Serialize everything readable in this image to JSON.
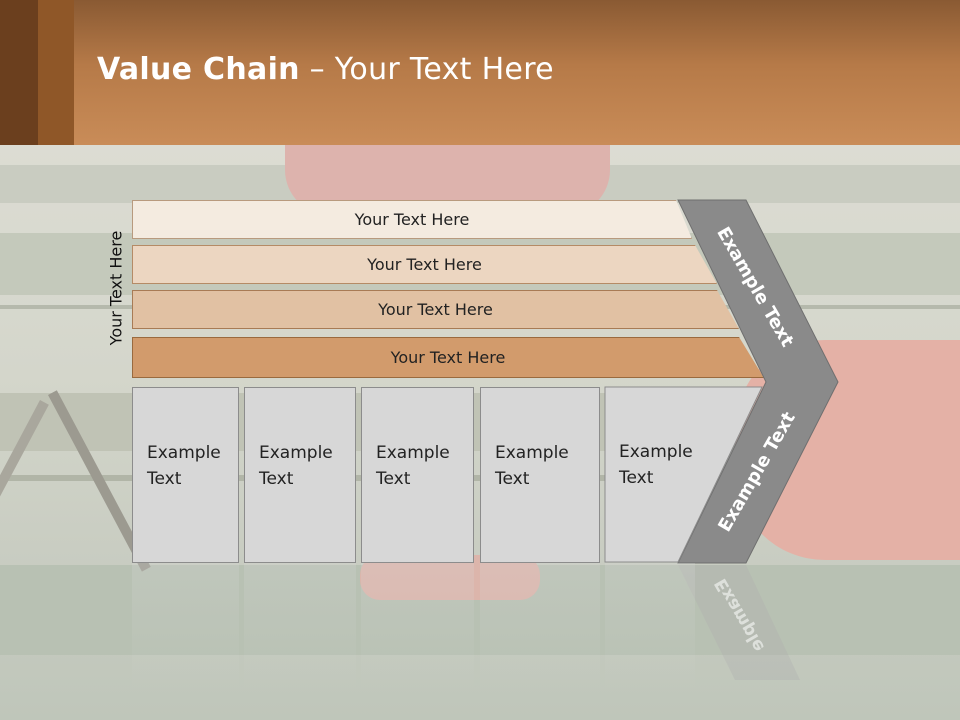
{
  "slide": {
    "title_bold": "Value Chain",
    "title_rest": " – Your Text Here",
    "side_label": "Your Text Here"
  },
  "bands": [
    {
      "label": "Your Text Here"
    },
    {
      "label": "Your Text Here"
    },
    {
      "label": "Your Text Here"
    },
    {
      "label": "Your Text Here"
    }
  ],
  "columns": [
    {
      "line1": "Example",
      "line2": "Text"
    },
    {
      "line1": "Example",
      "line2": "Text"
    },
    {
      "line1": "Example",
      "line2": "Text"
    },
    {
      "line1": "Example",
      "line2": "Text"
    },
    {
      "line1": "Example",
      "line2": "Text"
    }
  ],
  "chevron": {
    "upper_label": "Example Text",
    "lower_label": "Example Text",
    "mirror_label": "Example"
  },
  "colors": {
    "header": "#c98c58",
    "band_1": "#f4ebe0",
    "band_2": "#ecd6c1",
    "band_3": "#e1c1a3",
    "band_4": "#d29b6c",
    "column_fill": "#d7d7d7",
    "chevron": "#8a8a8a"
  }
}
